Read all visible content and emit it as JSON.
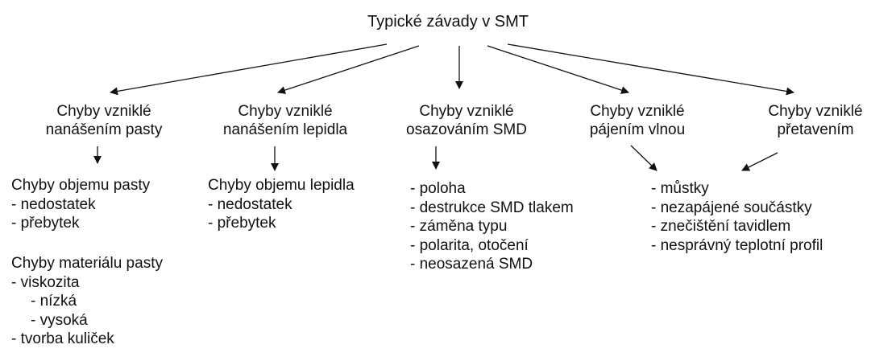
{
  "title": "Typické závady v SMT",
  "categories": [
    {
      "line1": "Chyby vzniklé",
      "line2": "nanášením pasty"
    },
    {
      "line1": "Chyby vzniklé",
      "line2": "nanášením lepidla"
    },
    {
      "line1": "Chyby vzniklé",
      "line2": "osazováním SMD"
    },
    {
      "line1": "Chyby vzniklé",
      "line2": "pájením vlnou"
    },
    {
      "line1": "Chyby vzniklé",
      "line2": "přetavením"
    }
  ],
  "details": {
    "paste_volume": {
      "heading": "Chyby objemu pasty",
      "items": [
        "- nedostatek",
        "- přebytek"
      ]
    },
    "paste_material": {
      "heading": "Chyby materiálu pasty",
      "items": [
        "- viskozita",
        "- nízká",
        "- vysoká",
        "- tvorba kuliček"
      ]
    },
    "glue_volume": {
      "heading": "Chyby objemu lepidla",
      "items": [
        "- nedostatek",
        "- přebytek"
      ]
    },
    "placement": {
      "items": [
        "- poloha",
        "- destrukce SMD tlakem",
        "- záměna typu",
        "- polarita, otočení",
        "- neosazená SMD"
      ]
    },
    "soldering": {
      "items": [
        "- můstky",
        "- nezapájené součástky",
        "- znečištění tavidlem",
        "- nesprávný teplotní profil"
      ]
    }
  }
}
